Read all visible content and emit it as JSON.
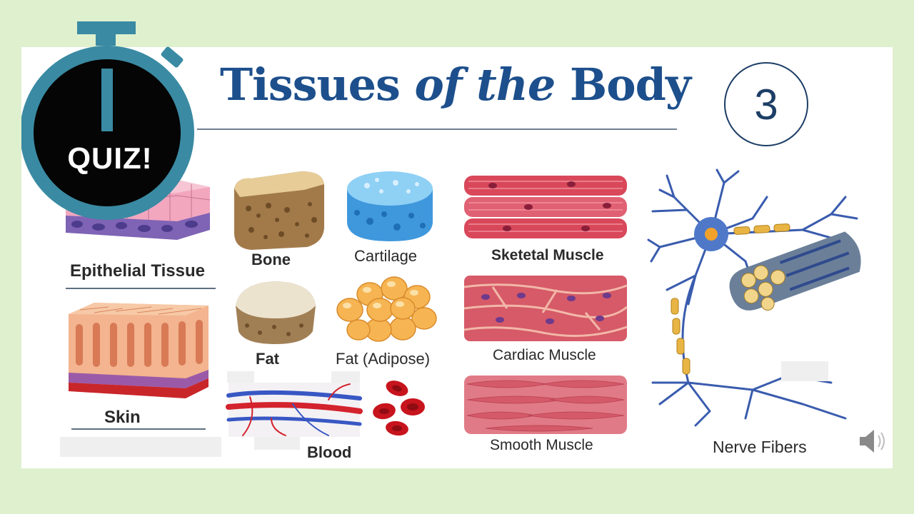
{
  "slide": {
    "title_part1": "Tissues ",
    "title_part2": "of the",
    "title_part3": " Body",
    "number": "3"
  },
  "quiz_badge": {
    "label": "QUIZ!"
  },
  "tissues": {
    "epithelial": "Epithelial Tissue",
    "skin": "Skin",
    "bone": "Bone",
    "cartilage": "Cartilage",
    "fat": "Fat",
    "adipose": "Fat (Adipose)",
    "blood": "Blood",
    "skeletal": "Sketetal Muscle",
    "cardiac": "Cardiac Muscle",
    "smooth": "Smooth Muscle",
    "nerve": "Nerve Fibers"
  },
  "colors": {
    "background": "#dff0cf",
    "title": "#1d4f8c",
    "timer_ring": "#3a8aa3",
    "timer_face": "#050505"
  },
  "icons": [
    "stopwatch-icon",
    "speaker-icon"
  ]
}
